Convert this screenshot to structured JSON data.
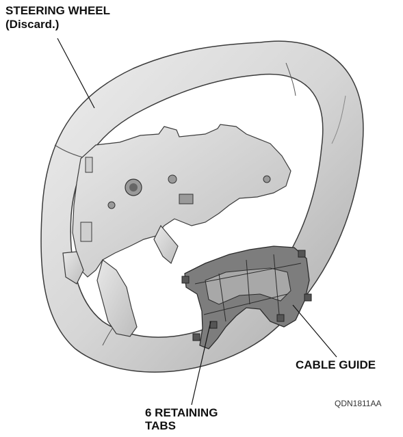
{
  "labels": {
    "steering_wheel": {
      "line1": "STEERING WHEEL",
      "line2": "(Discard.)"
    },
    "cable_guide": "CABLE GUIDE",
    "retaining_tabs": {
      "line1": "6 RETAINING",
      "line2": "TABS"
    },
    "figure_code": "QDN1811AA"
  }
}
